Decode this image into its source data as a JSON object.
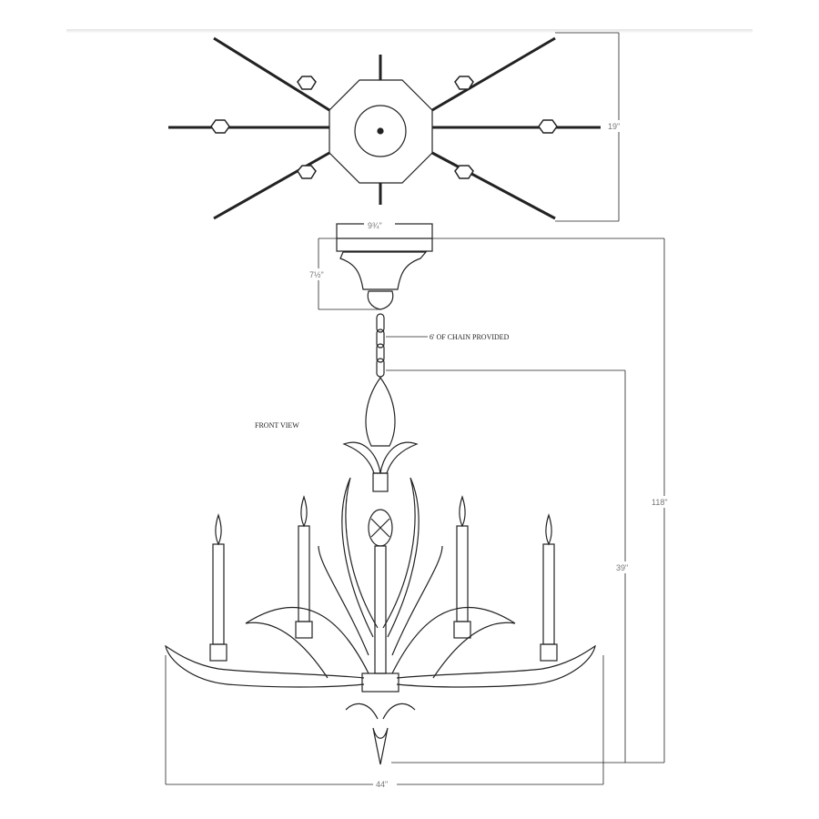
{
  "labels": {
    "top_width": "19\"",
    "canopy_width": "9¾\"",
    "canopy_height": "7½\"",
    "chain": "6' OF CHAIN PROVIDED",
    "front_view": "FRONT VIEW",
    "overall_height": "118\"",
    "body_height": "39\"",
    "overall_width": "44\""
  }
}
